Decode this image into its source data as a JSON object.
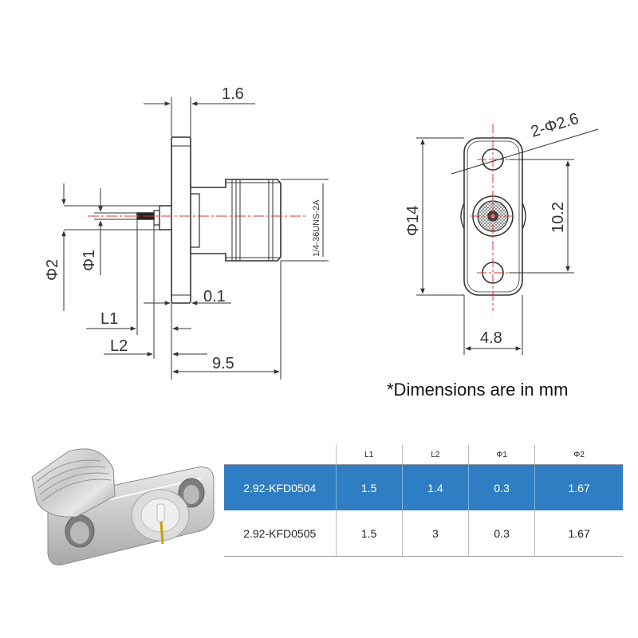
{
  "side_view": {
    "dim_flange_thickness": "1.6",
    "dim_thread": "1/4-36UNS-2A",
    "dim_phi2": "Φ2",
    "dim_phi1": "Φ1",
    "dim_gap": "0.1",
    "dim_l1": "L1",
    "dim_l2": "L2",
    "dim_length": "9.5"
  },
  "front_view": {
    "dim_holes": "2-Φ2.6",
    "dim_flange_length": "Φ14",
    "dim_hole_spacing": "10.2",
    "dim_flange_width": "4.8"
  },
  "note": "*Dimensions are in mm",
  "table": {
    "headers": [
      "",
      "L1",
      "L2",
      "Φ1",
      "Φ2"
    ],
    "rows": [
      {
        "model": "2.92-KFD0504",
        "l1": "1.5",
        "l2": "1.4",
        "phi1": "0.3",
        "phi2": "1.67"
      },
      {
        "model": "2.92-KFD0505",
        "l1": "1.5",
        "l2": "3",
        "phi1": "0.3",
        "phi2": "1.67"
      }
    ]
  },
  "colors": {
    "line": "#333333",
    "centerline": "#e03030",
    "highlight_row": "#2f7ec3"
  }
}
